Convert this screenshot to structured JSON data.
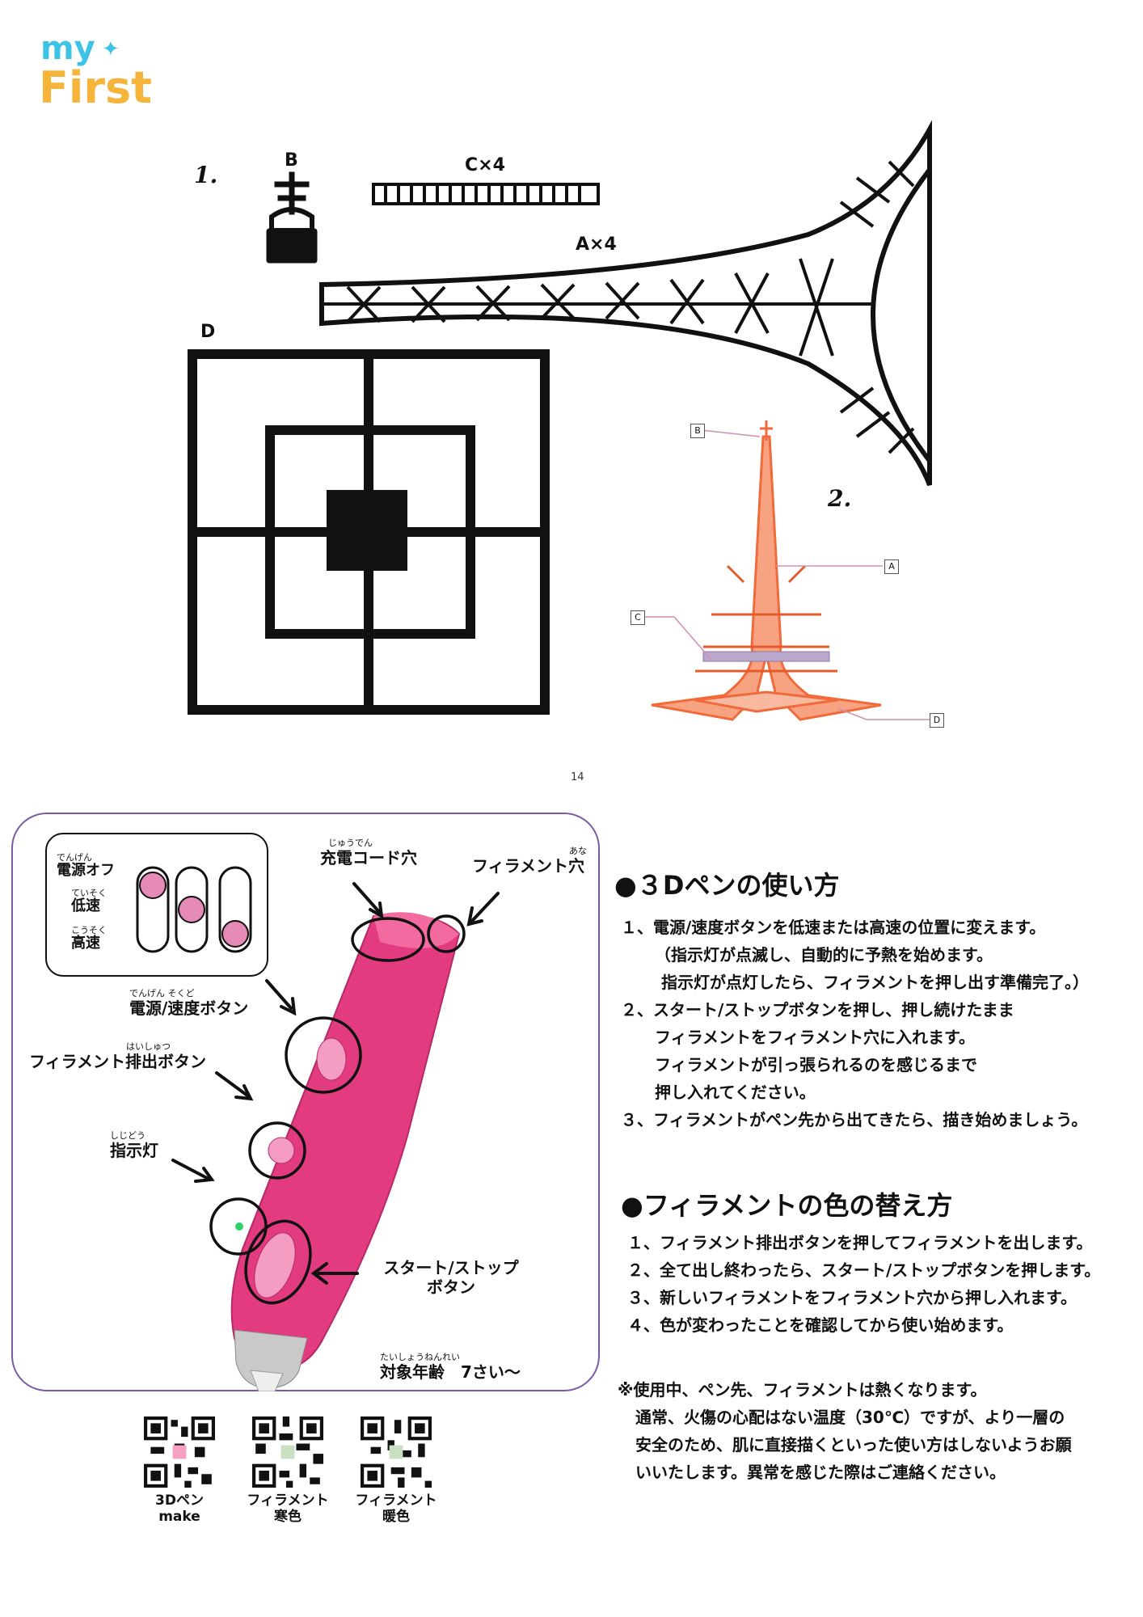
{
  "logo": {
    "line1": "my",
    "line2": "First",
    "sparkle": "sparkle-icon"
  },
  "top": {
    "step1": "1.",
    "step2": "2.",
    "parts": {
      "B": "B",
      "C": "C×4",
      "A": "A×4",
      "D": "D"
    },
    "tags": {
      "B": "B",
      "A": "A",
      "C": "C",
      "D": "D"
    },
    "page_number": "14"
  },
  "pen": {
    "switch_labels": [
      {
        "ruby": "でんげん",
        "text": "電源オフ"
      },
      {
        "ruby": "ていそく",
        "text": "低速"
      },
      {
        "ruby": "こうそく",
        "text": "高速"
      }
    ],
    "callouts": {
      "charge_ruby": "じゅうでん",
      "charge": "充電コード穴",
      "filament_hole_ruby": "あな",
      "filament_hole": "フィラメント穴",
      "power_ruby": "でんげん そくど",
      "power": "電源/速度ボタン",
      "eject_ruby": "はいしゅつ",
      "eject": "フィラメント排出ボタン",
      "light_ruby": "しじどう",
      "light": "指示灯",
      "startstop_1": "スタート/ストップ",
      "startstop_2": "ボタン",
      "age_ruby": "たいしょうねんれい",
      "age": "対象年齢　7さい〜"
    },
    "pen_brand": "my First",
    "colors": {
      "pen": "#e23b7f",
      "panel_border": "#7a5aa6",
      "switch_dot": "#e68bb8"
    }
  },
  "howto": {
    "heading": "●３Dペンの使い方",
    "lines": [
      "１、電源/速度ボタンを低速または高速の位置に変えます。",
      "（指示灯が点滅し、自動的に予熱を始めます。",
      "指示灯が点灯したら、フィラメントを押し出す準備完了。）",
      "２、スタート/ストップボタンを押し、押し続けたまま",
      "フィラメントをフィラメント穴に入れます。",
      "フィラメントが引っ張られるのを感じるまで",
      "押し入れてください。",
      "３、フィラメントがペン先から出てきたら、描き始めましょう。"
    ]
  },
  "color_change": {
    "heading": "●フィラメントの色の替え方",
    "lines": [
      "１、フィラメント排出ボタンを押してフィラメントを出します。",
      "２、全て出し終わったら、スタート/ストップボタンを押します。",
      "３、新しいフィラメントをフィラメント穴から押し入れます。",
      "４、色が変わったことを確認してから使い始めます。"
    ]
  },
  "notice": {
    "lines": [
      "※使用中、ペン先、フィラメントは熱くなります。",
      "通常、火傷の心配はない温度（30℃）ですが、より一層の",
      "安全のため、肌に直接描くといった使い方はしないようお願",
      "いいたします。異常を感じた際はご連絡ください。"
    ]
  },
  "qr_codes": [
    {
      "label1": "3Dペン",
      "label2": "make"
    },
    {
      "label1": "フィラメント",
      "label2": "寒色"
    },
    {
      "label1": "フィラメント",
      "label2": "暖色"
    }
  ]
}
